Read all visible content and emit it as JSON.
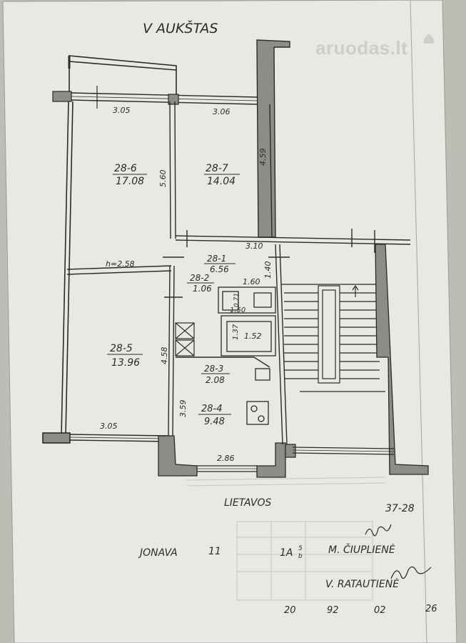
{
  "watermark": "aruodas.lt",
  "plan": {
    "title": "V  AUKŠTAS",
    "street": "LIETAVOS",
    "doc_code": "37-28",
    "city": "JONAVA",
    "house_no": "11",
    "series": "1A",
    "series_sup": "5",
    "series_sub": "b",
    "signatory_1": "M. ČIUPLIENĖ",
    "signatory_2": "V. RATAUTIENĖ",
    "date_parts": [
      "20",
      "92",
      "02",
      "26"
    ],
    "ceiling_height": "h=2.58",
    "rooms": [
      {
        "id": "28-6",
        "area": "17.08"
      },
      {
        "id": "28-7",
        "area": "14.04"
      },
      {
        "id": "28-1",
        "area": "6.56"
      },
      {
        "id": "28-2",
        "area": "1.06"
      },
      {
        "id": "28-5",
        "area": "13.96"
      },
      {
        "id": "28-3",
        "area": "2.08"
      },
      {
        "id": "28-4",
        "area": "9.48"
      }
    ],
    "dimensions": {
      "d_305_top": "3.05",
      "d_306": "3.06",
      "d_560": "5.60",
      "d_459": "4.59",
      "d_310": "3.10",
      "d_140": "1.40",
      "d_160": "1.60",
      "d_071": "0.71",
      "d_150": "1.50",
      "d_137": "1.37",
      "d_152": "1.52",
      "d_458": "4.58",
      "d_359": "3.59",
      "d_305_bottom": "3.05",
      "d_286": "2.86"
    }
  }
}
